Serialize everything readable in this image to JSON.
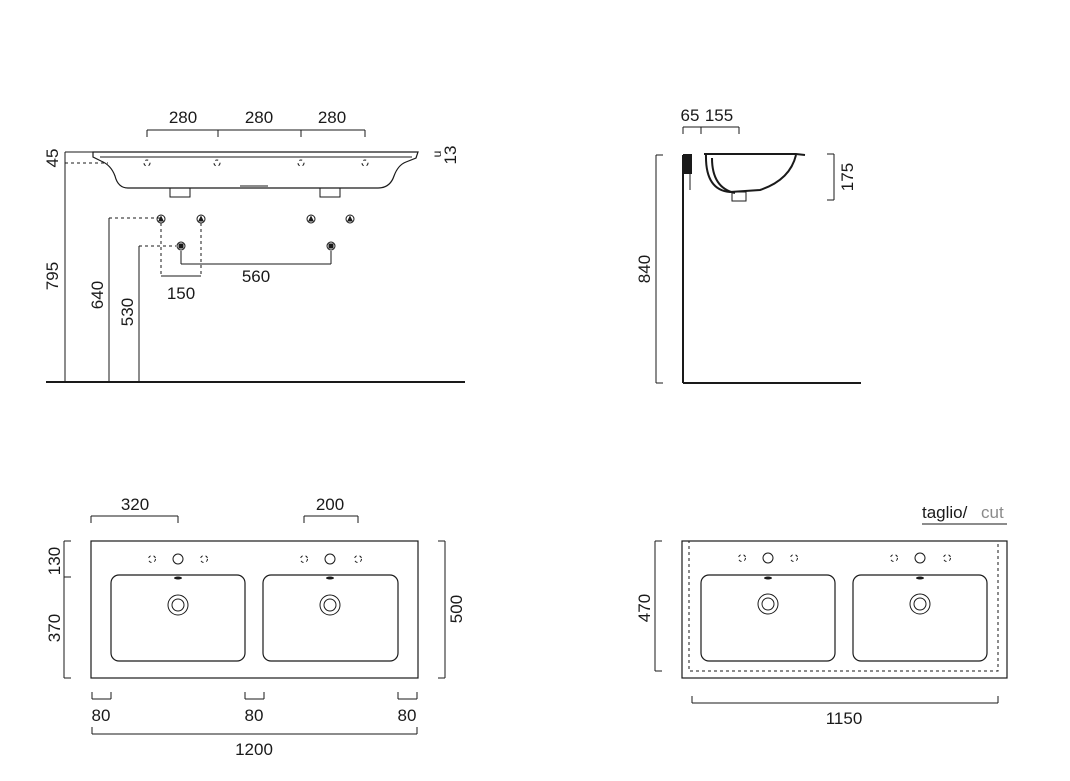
{
  "front_view": {
    "top_spacing": [
      "280",
      "280",
      "280"
    ],
    "deck_thickness": "45",
    "front_overhang": "13",
    "overhang_letter": "u",
    "rim_height": "795",
    "trap_height_a": "640",
    "trap_height_b": "530",
    "valve_offset": "150",
    "valve_spacing": "560"
  },
  "side_view": {
    "wall_gap": "65",
    "bowl_offset": "155",
    "bowl_depth": "175",
    "total_height": "840"
  },
  "top_view": {
    "tap_offset": "320",
    "tap_spacing": "200",
    "back_depth": "130",
    "bowl_depth": "370",
    "total_depth": "500",
    "side_margin_left": "80",
    "middle_gap": "80",
    "side_margin_right": "80",
    "total_width": "1200"
  },
  "cut_view": {
    "cut_label_it": "taglio/",
    "cut_label_en": "cut",
    "depth": "470",
    "width": "1150"
  }
}
